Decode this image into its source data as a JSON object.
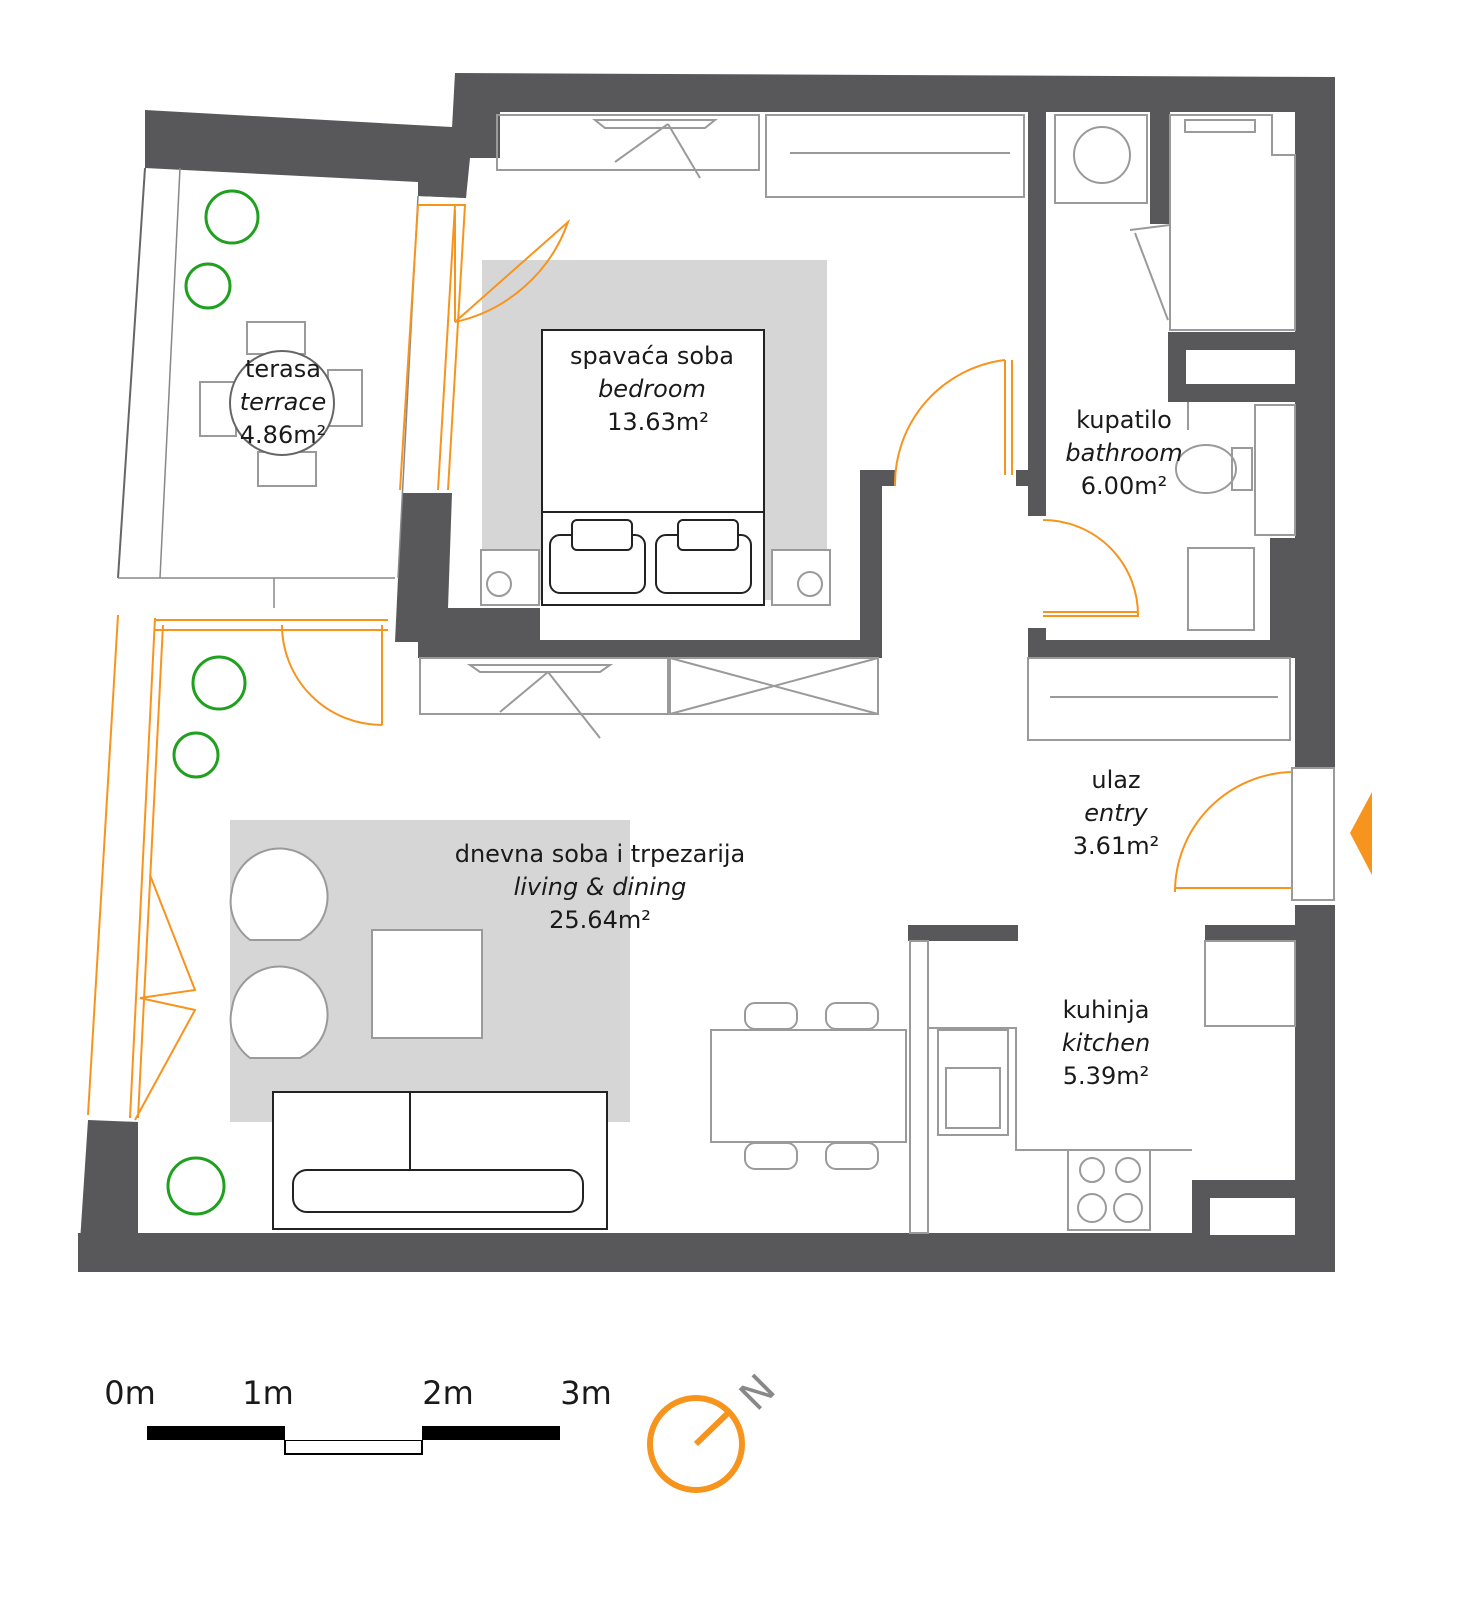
{
  "rooms": {
    "terrace": {
      "name_local": "terasa",
      "name_en": "terrace",
      "area": "4.86m²"
    },
    "bedroom": {
      "name_local": "spavaća soba",
      "name_en": "bedroom",
      "area": "13.63m²"
    },
    "bathroom": {
      "name_local": "kupatilo",
      "name_en": "bathroom",
      "area": "6.00m²"
    },
    "entry": {
      "name_local": "ulaz",
      "name_en": "entry",
      "area": "3.61m²"
    },
    "living": {
      "name_local": "dnevna soba i trpezarija",
      "name_en": "living & dining",
      "area": "25.64m²"
    },
    "kitchen": {
      "name_local": "kuhinja",
      "name_en": "kitchen",
      "area": "5.39m²"
    }
  },
  "scale_bar": {
    "labels": [
      "0m",
      "1m",
      "2m",
      "3m"
    ]
  },
  "compass": {
    "north_label": "N"
  },
  "colors": {
    "wall": "#58585a",
    "accent": "#f7941d",
    "plant": "#1fa01f",
    "rug": "#d6d6d6"
  },
  "icons": [
    "entry-arrow-icon",
    "compass-icon",
    "plant-icon"
  ]
}
